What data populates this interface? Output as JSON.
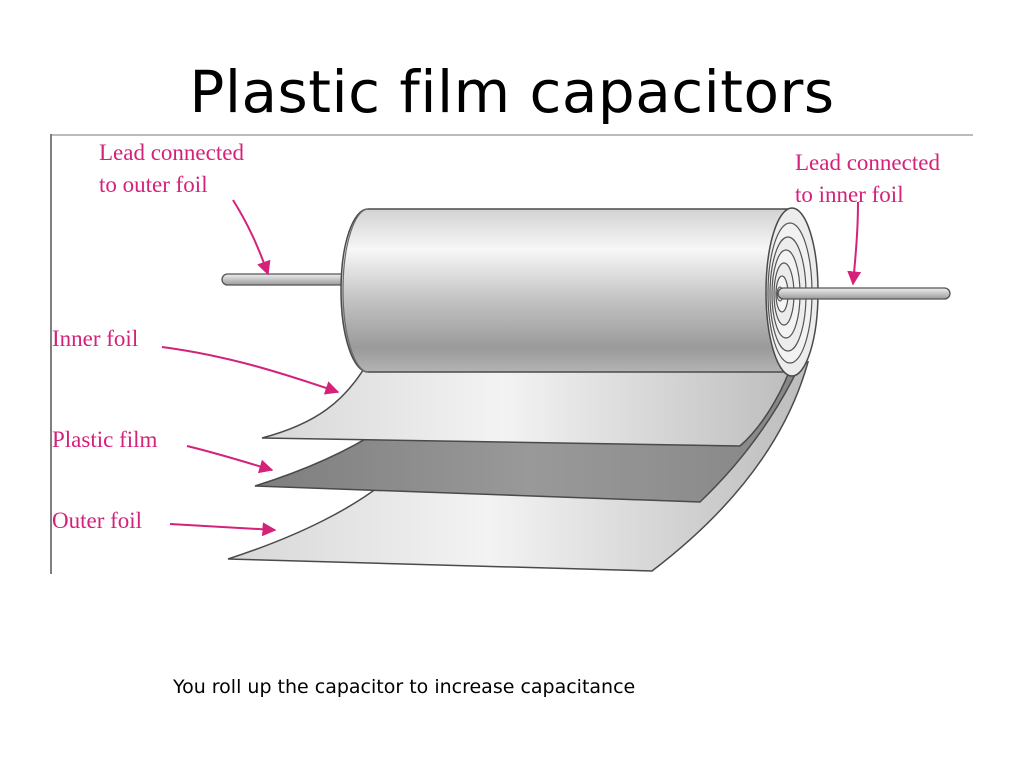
{
  "slide": {
    "title": "Plastic film capacitors",
    "caption": "You roll up the capacitor to increase capacitance"
  },
  "diagram": {
    "label_color": "#d4217a",
    "labels": {
      "lead_outer_line1": "Lead connected",
      "lead_outer_line2": "to outer foil",
      "lead_inner_line1": "Lead connected",
      "lead_inner_line2": "to inner foil",
      "inner_foil": "Inner foil",
      "plastic_film": "Plastic film",
      "outer_foil": "Outer foil"
    },
    "colors": {
      "foil_light": "#eeeeee",
      "foil_mid": "#bdbdbd",
      "film_dark": "#8c8c8c",
      "outline": "#4a4a4a"
    }
  }
}
